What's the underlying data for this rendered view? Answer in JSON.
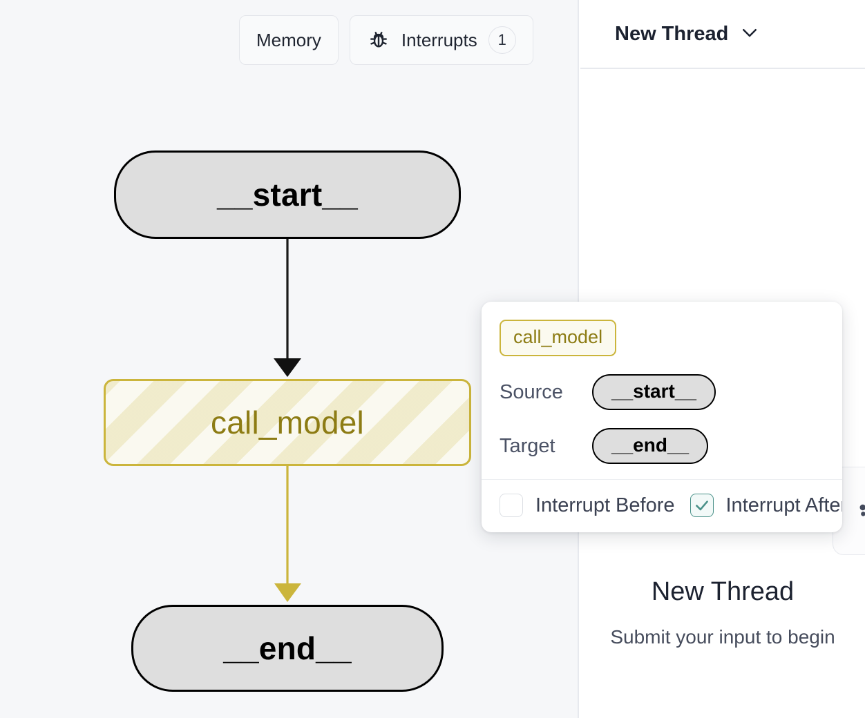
{
  "graph_pane": {
    "background_color": "#f6f7f9",
    "toolbar": {
      "memory_button": "Memory",
      "interrupts_button": "Interrupts",
      "interrupts_icon": "bug-icon",
      "interrupts_count": "1"
    },
    "nodes": [
      {
        "id": "start",
        "label": "__start__",
        "style": "terminal"
      },
      {
        "id": "call_model",
        "label": "call_model",
        "style": "active-striped",
        "accent_color": "#cbb53c"
      },
      {
        "id": "end",
        "label": "__end__",
        "style": "terminal"
      }
    ],
    "edges": [
      {
        "from": "__start__",
        "to": "call_model",
        "color": "#1a1a1a"
      },
      {
        "from": "call_model",
        "to": "__end__",
        "color": "#cbb53c"
      }
    ]
  },
  "node_popup": {
    "chip_label": "call_model",
    "chip_color": "#8d7c14",
    "source_key": "Source",
    "source_value": "__start__",
    "target_key": "Target",
    "target_value": "__end__",
    "interrupt_before_label": "Interrupt Before",
    "interrupt_before_checked": false,
    "interrupt_after_label": "Interrupt After",
    "interrupt_after_checked": true,
    "checked_color": "#4a9189"
  },
  "thread_pane": {
    "title": "New Thread",
    "title_chevron": "chevron-down-icon",
    "empty_heading": "New Thread",
    "empty_subtext": "Submit your input to begin",
    "edge_card_icon": "dots-icon"
  }
}
